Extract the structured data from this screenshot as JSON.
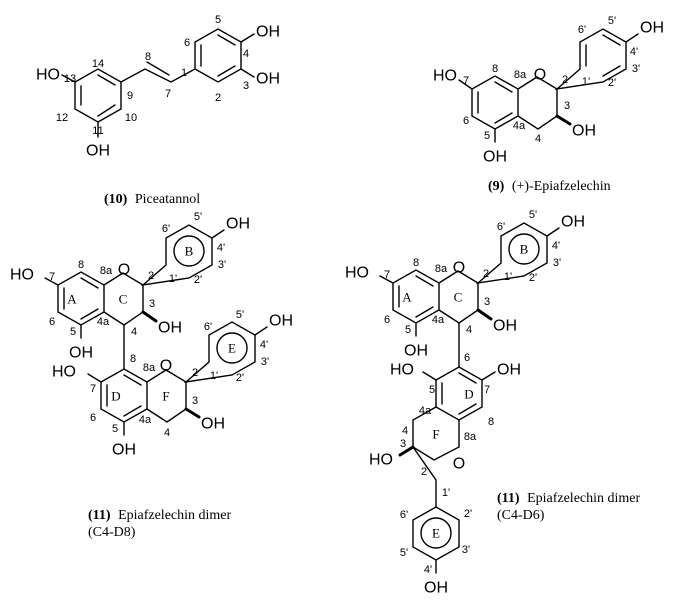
{
  "compounds": [
    {
      "number": "(10)",
      "name": "Piceatannol"
    },
    {
      "number": "(9)",
      "name": "(+)-Epiafzelechin"
    },
    {
      "number": "(11)",
      "name": "Epiafzelechin dimer",
      "linkage": "(C4-D8)"
    },
    {
      "number": "(11)",
      "name": "Epiafzelechin dimer",
      "linkage": "(C4-D6)"
    }
  ],
  "atom_labels": {
    "hydroxyl": "OH",
    "hydroxyl_left": "HO",
    "oxygen": "O"
  },
  "ring_labels": {
    "A": "A",
    "B": "B",
    "C": "C",
    "D": "D",
    "E": "E",
    "F": "F"
  },
  "locants": {
    "n1": "1",
    "n2": "2",
    "n3": "3",
    "n4": "4",
    "n4a": "4a",
    "n5": "5",
    "n6": "6",
    "n7": "7",
    "n8": "8",
    "n8a": "8a",
    "n9": "9",
    "n10": "10",
    "n11": "11",
    "n12": "12",
    "n13": "13",
    "n14": "14",
    "n1p": "1'",
    "n2p": "2'",
    "n3p": "3'",
    "n4p": "4'",
    "n5p": "5'",
    "n6p": "6'"
  }
}
